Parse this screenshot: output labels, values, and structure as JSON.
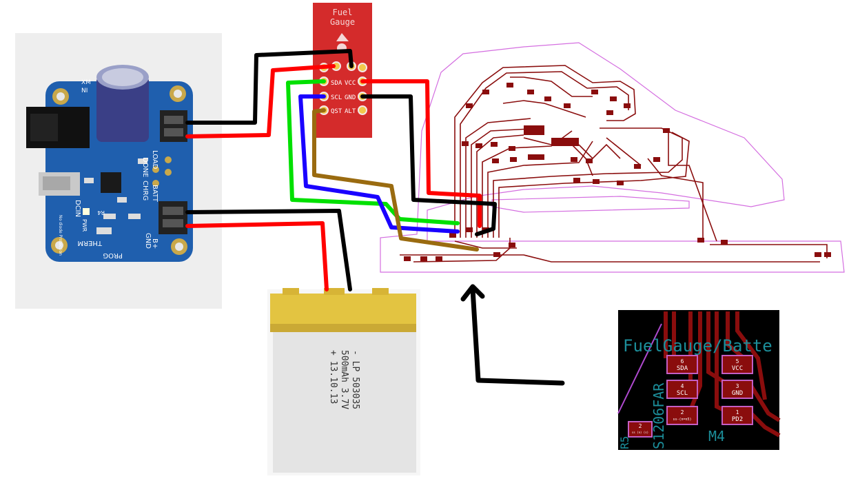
{
  "fuel_gauge_board": {
    "title_line1": "Fuel",
    "title_line2": "Gauge",
    "pins_left": [
      "SDA",
      "SCL",
      "QST"
    ],
    "pins_right": [
      "VCC",
      "GND",
      "ALT"
    ],
    "color": "#d42b2b"
  },
  "charger_board": {
    "labels": {
      "load": "LOAD",
      "done": "DONE",
      "chrg": "CHRG",
      "batt": "BATT",
      "dcin": "DCIN",
      "pwr": "PWR",
      "therm": "THERM",
      "prog": "PROG",
      "gnd": "GND",
      "bplus": "B+",
      "r4": "R4",
      "diode": "No diode Protection",
      "xm": "XM",
      "ni": "NI"
    },
    "color": "#1f5fae"
  },
  "battery": {
    "label_lines": [
      "- LP 503035",
      "500mAh 3.7V",
      "+ 13.10.13"
    ],
    "color": "#e3c441"
  },
  "pcb_detail": {
    "title": "FuelGauge/Batte",
    "part_name": "S1206FAR",
    "module": "M4",
    "side_label": "R5",
    "pads": [
      {
        "num": "6",
        "name": "SDA"
      },
      {
        "num": "5",
        "name": "VCC"
      },
      {
        "num": "4",
        "name": "SCL"
      },
      {
        "num": "3",
        "name": "GND"
      },
      {
        "num": "2",
        "name": "ss-(n=n5)"
      },
      {
        "num": "1",
        "name": "PD2"
      }
    ],
    "small_pad": {
      "num": "2",
      "name": "ss (n) (s)"
    }
  },
  "wire_colors": {
    "vcc": "#ff0000",
    "gnd": "#000000",
    "sda": "#00e000",
    "scl": "#1a00ff",
    "qst": "#9a6b10"
  }
}
